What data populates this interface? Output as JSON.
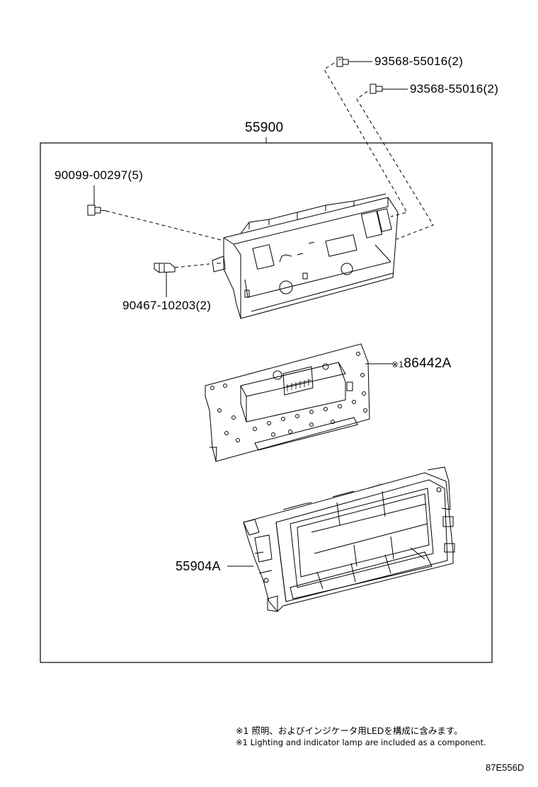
{
  "callouts": {
    "assembly": "55900",
    "screw_upper": "93568-55016(2)",
    "screw_lower": "93568-55016(2)",
    "screw_left": "90099-00297(5)",
    "clip": "90467-10203(2)",
    "led_board_mark": "※1",
    "led_board": "86442A",
    "panel": "55904A"
  },
  "notes": {
    "jp": "※1 照明、およびインジケータ用LEDを構成に含みます。",
    "en": "※1 Lighting and indicator lamp are included as a component."
  },
  "drawing_code": "87E556D"
}
